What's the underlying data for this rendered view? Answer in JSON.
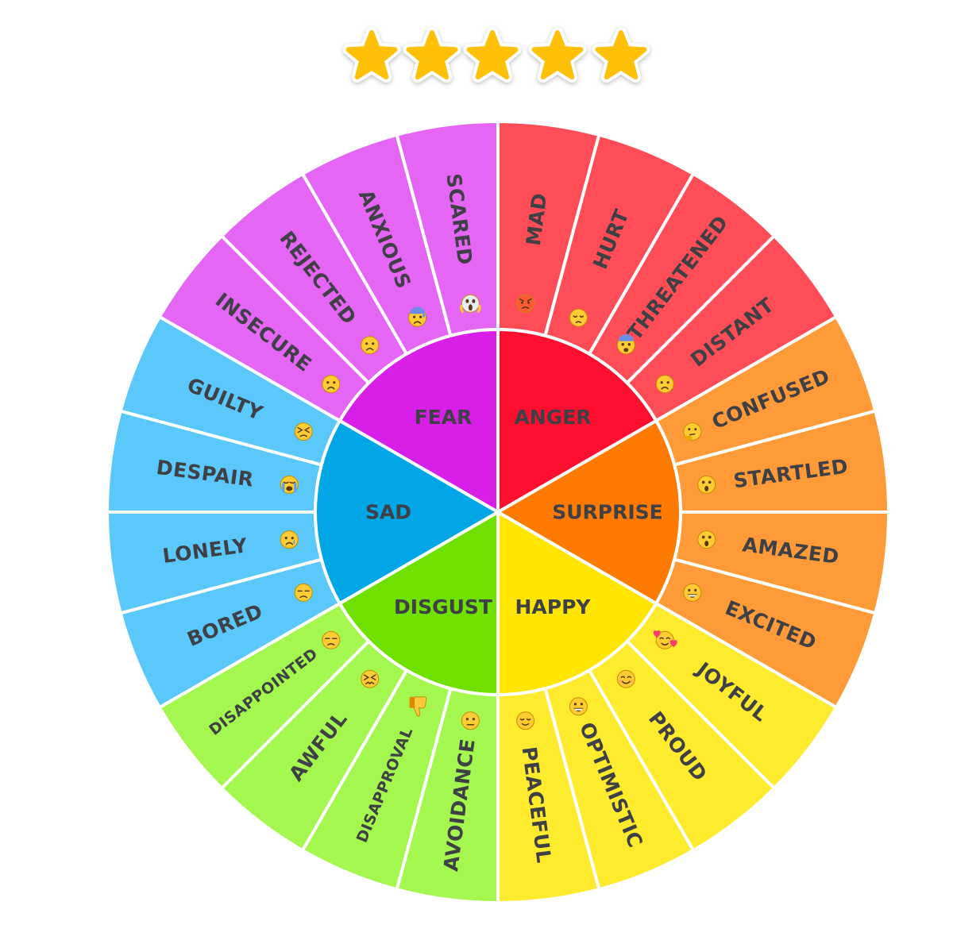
{
  "rating": {
    "value": 5,
    "max": 5,
    "star_color": "#FFC107"
  },
  "wheel": {
    "core": [
      {
        "label": "FEAR",
        "color": "#D81FE8"
      },
      {
        "label": "ANGER",
        "color": "#FF0F2F"
      },
      {
        "label": "SURPRISE",
        "color": "#FF7A00"
      },
      {
        "label": "HAPPY",
        "color": "#FFE500"
      },
      {
        "label": "DISGUST",
        "color": "#6FE000"
      },
      {
        "label": "SAD",
        "color": "#00A6E6"
      }
    ],
    "outer": [
      {
        "label": "MAD",
        "emoji": "angry-face-icon",
        "color": "#FF4D57"
      },
      {
        "label": "HURT",
        "emoji": "pensive-face-icon",
        "color": "#FF4D57"
      },
      {
        "label": "THREATENED",
        "emoji": "fearful-face-icon",
        "color": "#FF4D57"
      },
      {
        "label": "DISTANT",
        "emoji": "confused-face-icon",
        "color": "#FF4D57"
      },
      {
        "label": "CONFUSED",
        "emoji": "thinking-face-icon",
        "color": "#FF9A38"
      },
      {
        "label": "STARTLED",
        "emoji": "hushed-face-icon",
        "color": "#FF9A38"
      },
      {
        "label": "AMAZED",
        "emoji": "astonished-face-icon",
        "color": "#FF9A38"
      },
      {
        "label": "EXCITED",
        "emoji": "grinning-face-icon",
        "color": "#FF9A38"
      },
      {
        "label": "JOYFUL",
        "emoji": "smiling-hearts-face-icon",
        "color": "#FFEB2E"
      },
      {
        "label": "PROUD",
        "emoji": "smiling-face-icon",
        "color": "#FFEB2E"
      },
      {
        "label": "OPTIMISTIC",
        "emoji": "beaming-face-icon",
        "color": "#FFEB2E"
      },
      {
        "label": "PEACEFUL",
        "emoji": "relieved-face-icon",
        "color": "#FFEB2E"
      },
      {
        "label": "AVOIDANCE",
        "emoji": "neutral-face-icon",
        "color": "#A4F74E"
      },
      {
        "label": "DISAPPROVAL",
        "emoji": "thumbs-down-icon",
        "color": "#A4F74E"
      },
      {
        "label": "AWFUL",
        "emoji": "confounded-face-icon",
        "color": "#A4F74E"
      },
      {
        "label": "DISAPPOINTED",
        "emoji": "disappointed-face-icon",
        "color": "#A4F74E"
      },
      {
        "label": "BORED",
        "emoji": "unamused-face-icon",
        "color": "#5AC8FA"
      },
      {
        "label": "LONELY",
        "emoji": "crying-face-icon",
        "color": "#5AC8FA"
      },
      {
        "label": "DESPAIR",
        "emoji": "sobbing-face-icon",
        "color": "#5AC8FA"
      },
      {
        "label": "GUILTY",
        "emoji": "persevering-face-icon",
        "color": "#5AC8FA"
      },
      {
        "label": "INSECURE",
        "emoji": "worried-face-icon",
        "color": "#E566F5"
      },
      {
        "label": "REJECTED",
        "emoji": "frowning-face-icon",
        "color": "#E566F5"
      },
      {
        "label": "ANXIOUS",
        "emoji": "anxious-sweat-face-icon",
        "color": "#E566F5"
      },
      {
        "label": "SCARED",
        "emoji": "screaming-face-icon",
        "color": "#E566F5"
      }
    ]
  }
}
